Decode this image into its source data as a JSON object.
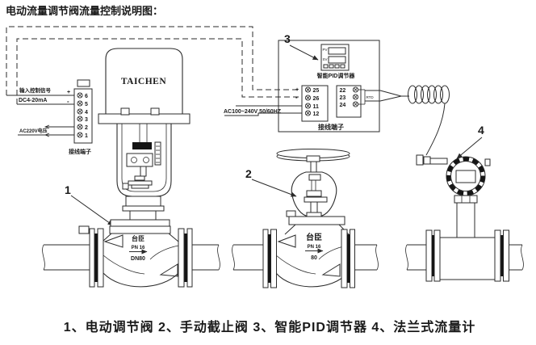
{
  "title": "电动流量调节阀流量控制说明图：",
  "caption": "1、电动调节阀 2、手动截止阀  3、智能PID调节器 4、法兰式流量计",
  "colors": {
    "line": "#2b2b2b",
    "dark_fill": "#151515"
  },
  "actuator": {
    "brand": "TAICHEN",
    "signal_label": "输入控制信号",
    "signal_type": "DC4-20mA",
    "plus": "+",
    "minus": "-",
    "power_label": "AC220V电压",
    "terminal_label": "接线端子",
    "terminals": [
      "6",
      "5",
      "4",
      "3",
      "2",
      "1"
    ]
  },
  "valve1": {
    "number": "1",
    "brand": "台臣",
    "pressure": "PN 16",
    "diameter": "DN80"
  },
  "valve2": {
    "number": "2",
    "brand": "台臣",
    "pressure": "PN 16",
    "diameter": "80"
  },
  "pid": {
    "number": "3",
    "name": "智能PID调节器",
    "display_pv": "PV",
    "display_sv": "SV",
    "plus": "+",
    "minus": "-",
    "power_label": "AC100~240V 50/60HZ",
    "terminal_label": "接线端子",
    "left_terminals": [
      "25",
      "26",
      "11",
      "12"
    ],
    "right_terminals": [
      "22",
      "23",
      "24"
    ],
    "rtd_label": "RTD"
  },
  "flowmeter": {
    "number": "4"
  }
}
